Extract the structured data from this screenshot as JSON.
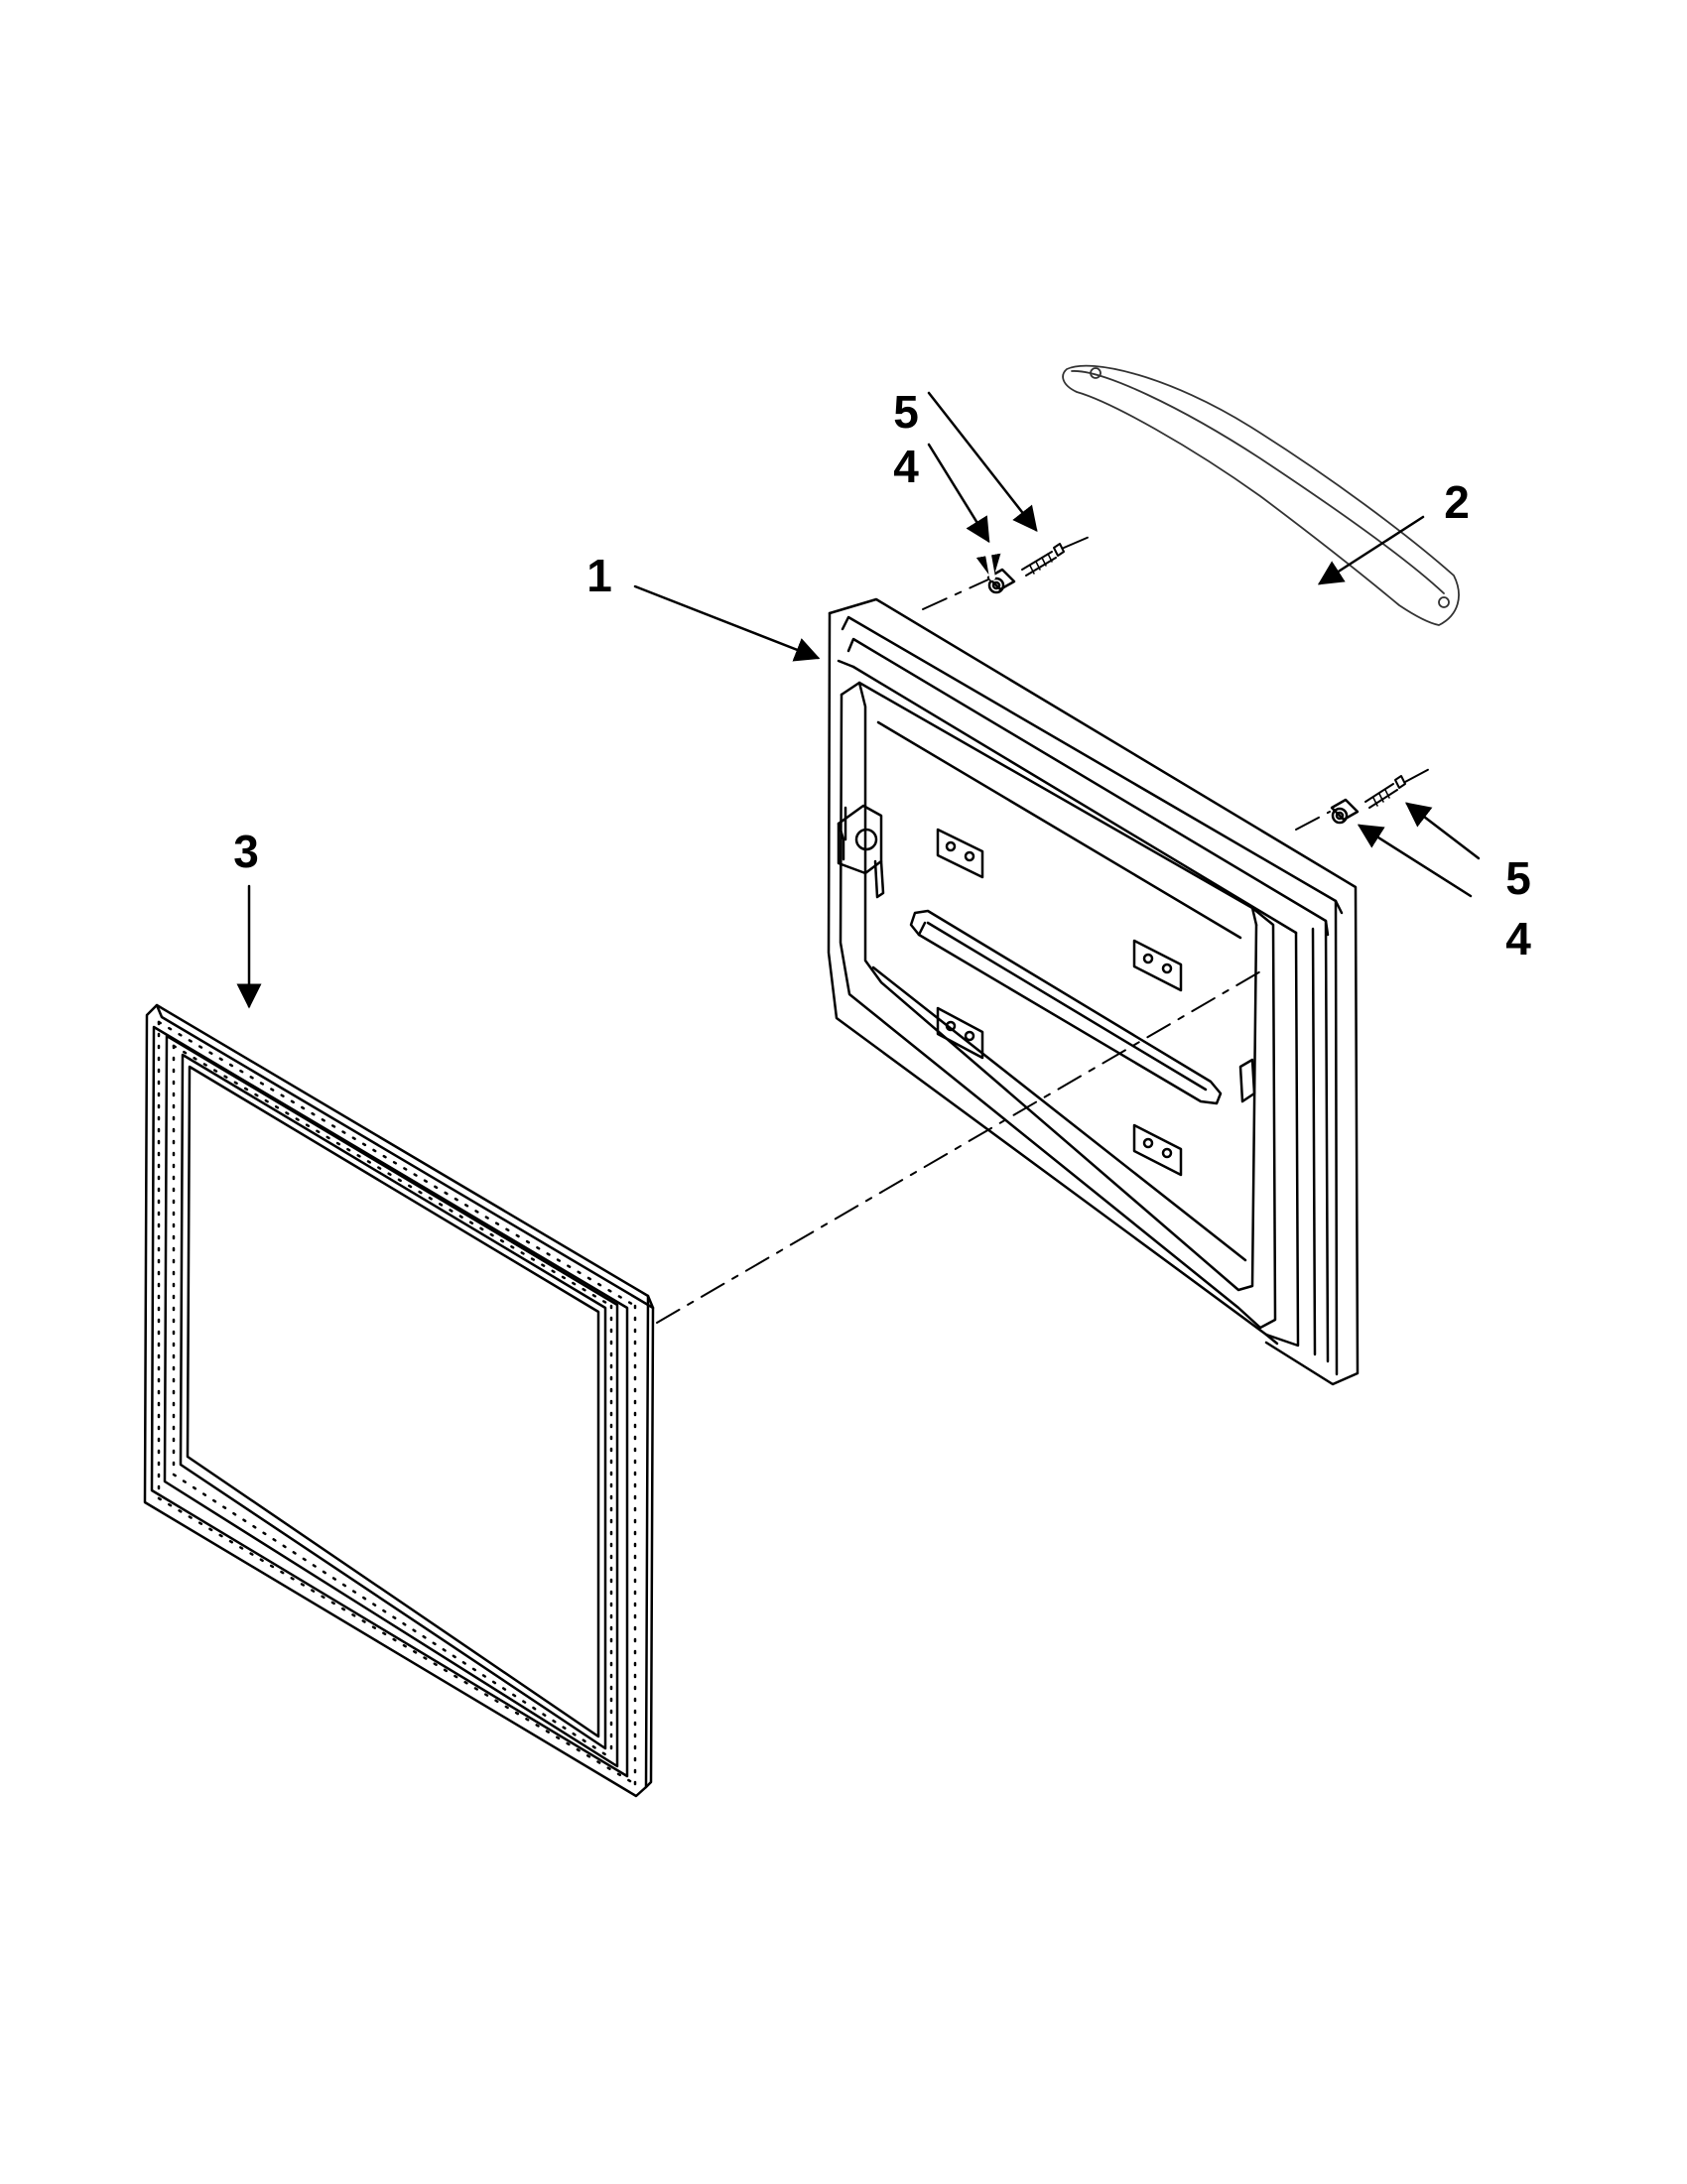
{
  "callouts": {
    "door": "1",
    "handle": "2",
    "gasket": "3",
    "spacer_left": "4",
    "screw_left": "5",
    "spacer_right": "4",
    "screw_right": "5"
  }
}
